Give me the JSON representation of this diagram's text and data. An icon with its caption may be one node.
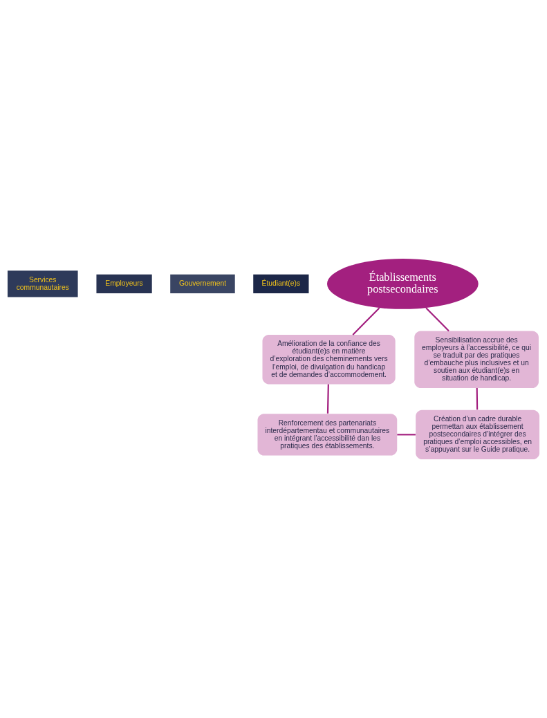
{
  "diagram": {
    "nodes": [
      {
        "text": [
          "Services communautaires"
        ]
      },
      {
        "text": [
          "Employeurs"
        ]
      },
      {
        "text": [
          "Gouvernement"
        ]
      },
      {
        "text": [
          "Étudiant(e)s"
        ]
      },
      {
        "text": [
          "Établissements postsecondaires"
        ]
      },
      {
        "text": [
          "Amélioration de la confiance des étudiant(e)s en matière d’exploration des cheminements vers l’emploi, de divulgation du handicap et de demandes d’accommodement."
        ]
      },
      {
        "text": [
          "Sensibilisation accrue des employeurs à l’accessibilité, ce qui se traduit par des pratiques d’embauche plus inclusives et un soutien aux étudiant(e)s en situation de handicap."
        ]
      },
      {
        "text": [
          "Renforcement des partenariats interdépartementau et communautaires en intégrant l’accessibilité dan les pratiques des établissements."
        ]
      },
      {
        "text": [
          "Création d’un cadre durable permettan aux établissement postsecondaires d’intégrer des pratiques d’emploi accessibles, en s’appuyant sur le Guide pratique."
        ]
      }
    ],
    "edges": [
      {
        "from": 4,
        "to": 5,
        "arrow": "none"
      },
      {
        "from": 4,
        "to": 6,
        "arrow": "none"
      },
      {
        "from": 5,
        "to": 7,
        "arrow": "none"
      },
      {
        "from": 6,
        "to": 8,
        "arrow": "none"
      },
      {
        "from": 7,
        "to": 8,
        "arrow": "none"
      }
    ]
  }
}
